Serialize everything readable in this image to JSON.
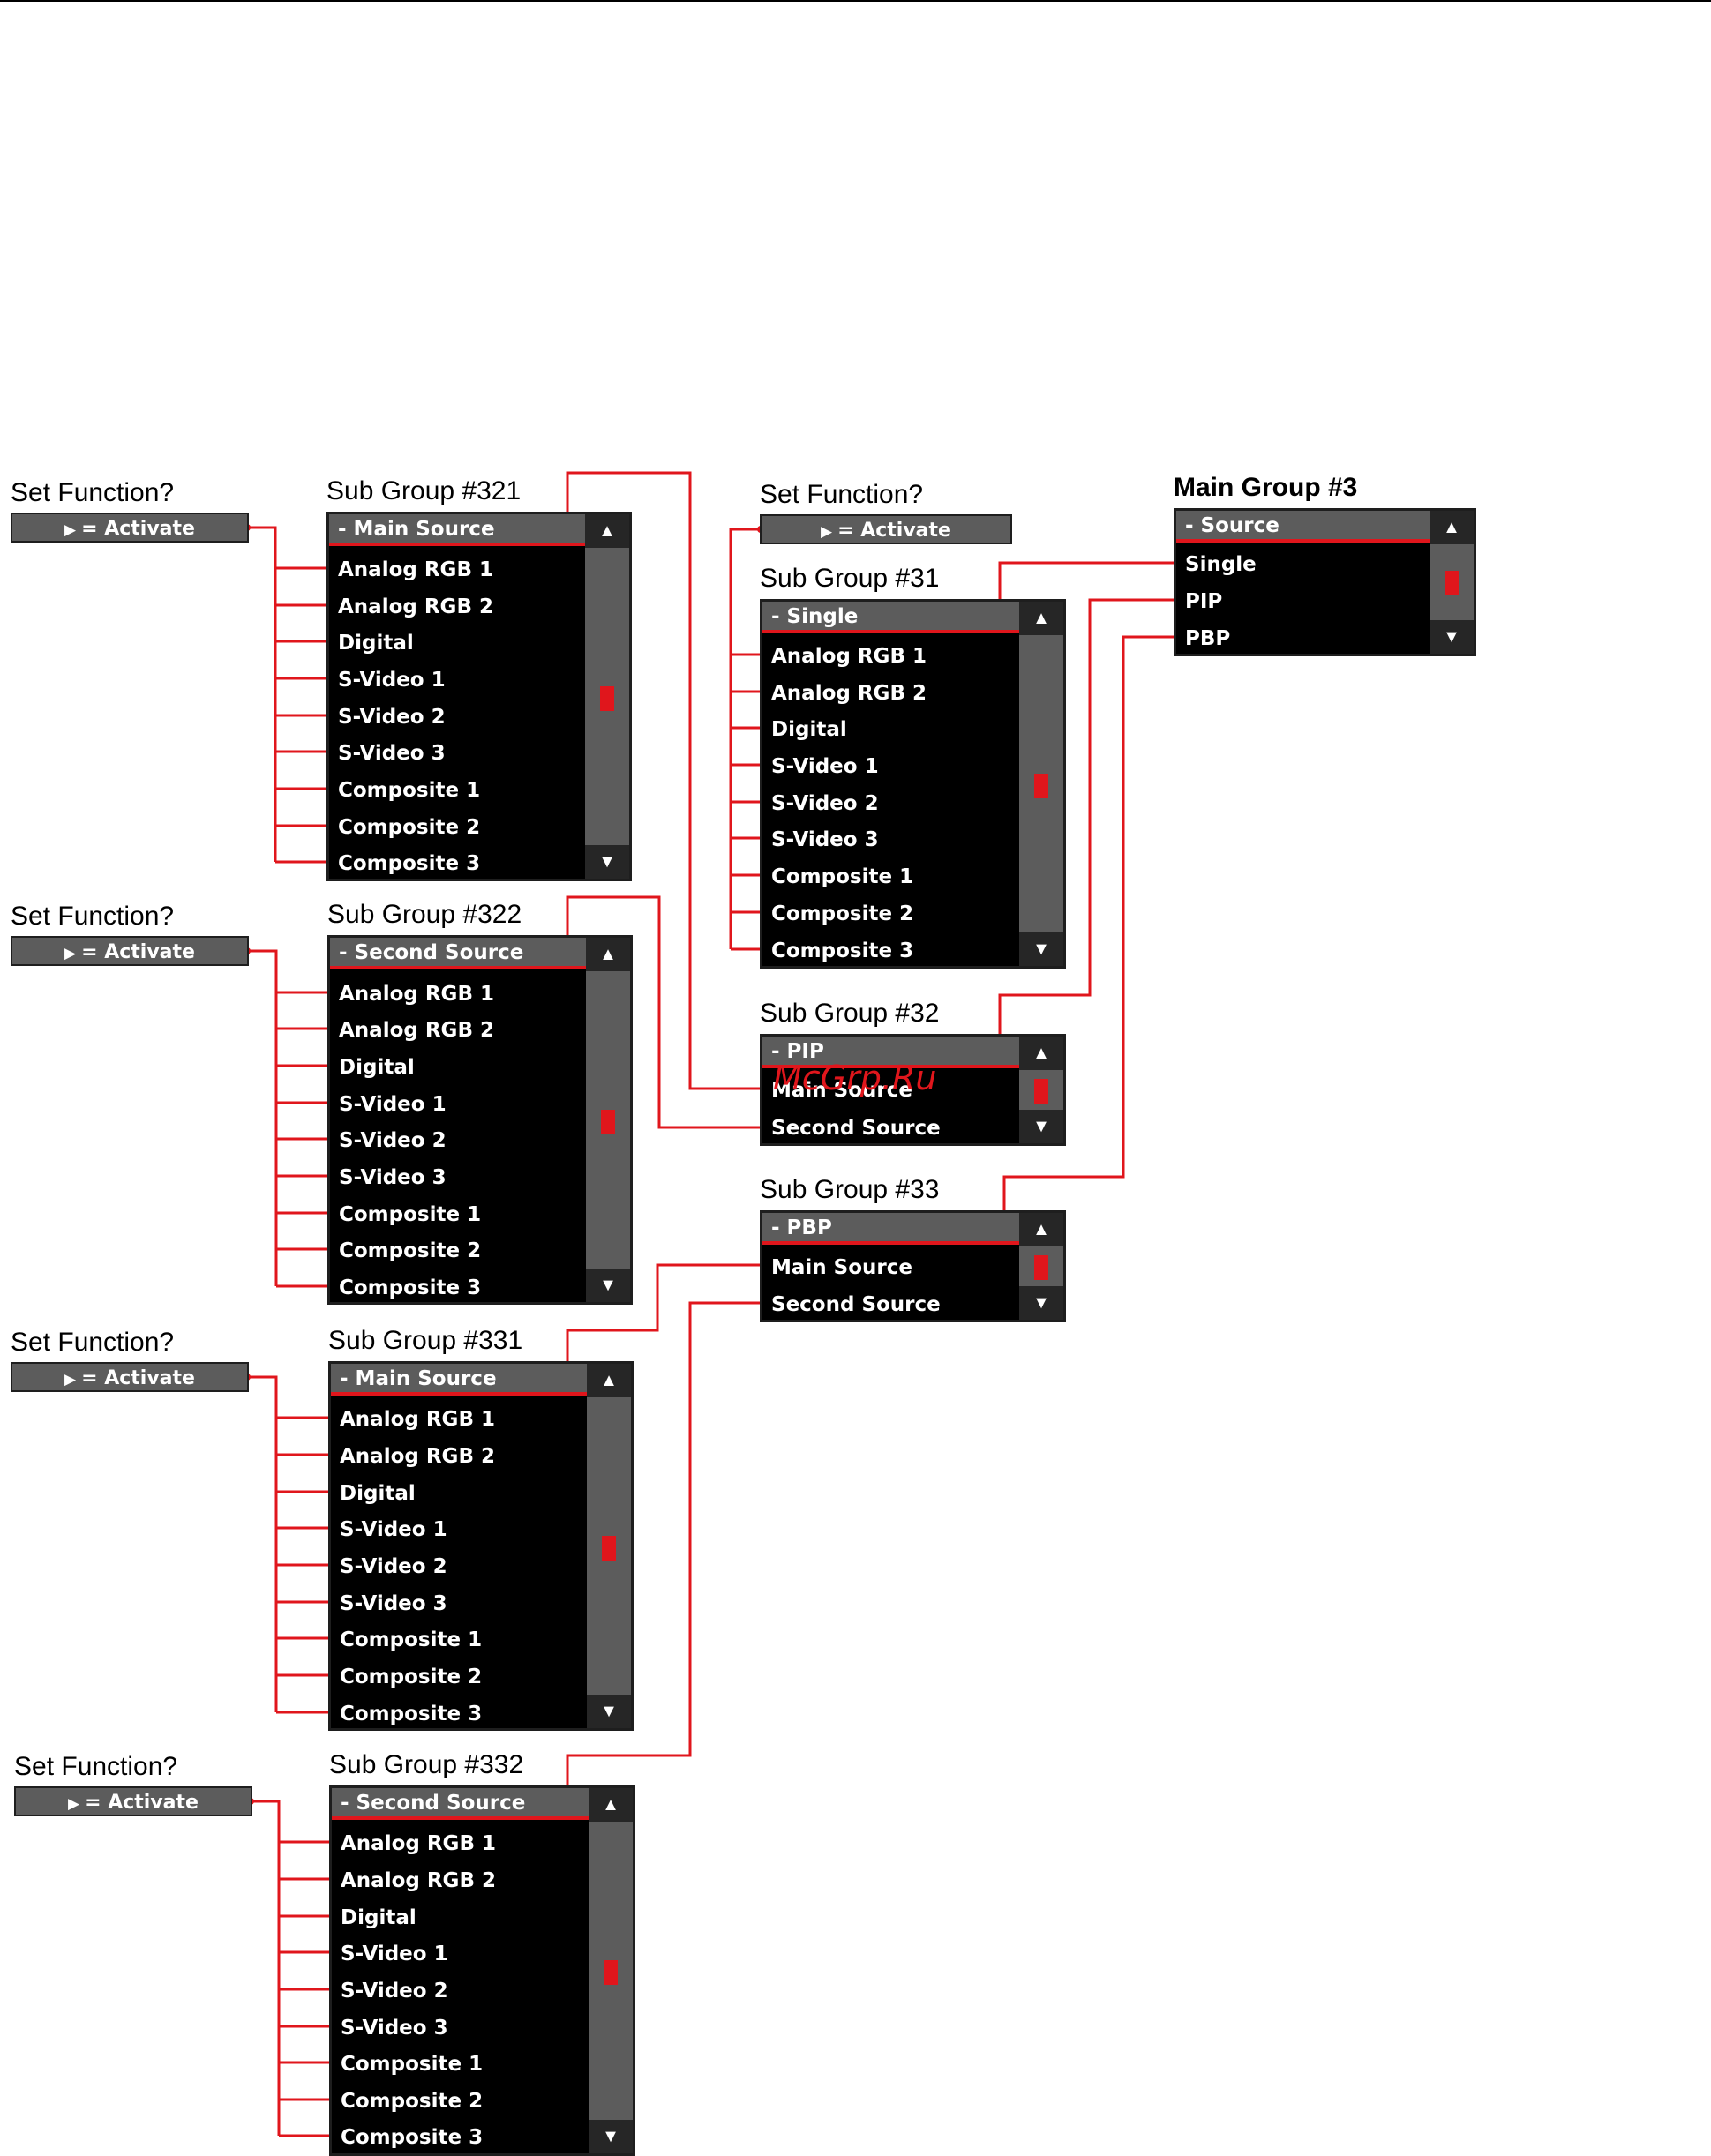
{
  "colors": {
    "accent": "#e0161c",
    "panel": "#5c5c5c",
    "list_bg": "#000000",
    "page_bg": "#ffffff"
  },
  "icons": {
    "scroll_up": "triangle-up-icon",
    "scroll_down": "triangle-down-icon",
    "activate": "play-triangle-icon"
  },
  "glyphs": {
    "up": "▲",
    "down": "▼",
    "play": "▶"
  },
  "set_functions": [
    {
      "label": "Set Function?",
      "activate": "= Activate"
    },
    {
      "label": "Set Function?",
      "activate": "= Activate"
    },
    {
      "label": "Set Function?",
      "activate": "= Activate"
    },
    {
      "label": "Set Function?",
      "activate": "= Activate"
    },
    {
      "label": "Set Function?",
      "activate": "= Activate"
    }
  ],
  "groups": {
    "g321": {
      "title": "Sub Group #321",
      "header": "- Main Source",
      "items": [
        "Analog RGB 1",
        "Analog RGB 2",
        "Digital",
        "S-Video 1",
        "S-Video 2",
        "S-Video 3",
        "Composite 1",
        "Composite 2",
        "Composite 3"
      ]
    },
    "g322": {
      "title": "Sub Group #322",
      "header": "- Second Source",
      "items": [
        "Analog RGB 1",
        "Analog RGB 2",
        "Digital",
        "S-Video 1",
        "S-Video 2",
        "S-Video 3",
        "Composite 1",
        "Composite 2",
        "Composite 3"
      ]
    },
    "g331": {
      "title": "Sub Group #331",
      "header": "- Main Source",
      "items": [
        "Analog RGB 1",
        "Analog RGB 2",
        "Digital",
        "S-Video 1",
        "S-Video 2",
        "S-Video 3",
        "Composite 1",
        "Composite 2",
        "Composite 3"
      ]
    },
    "g332": {
      "title": "Sub Group #332",
      "header": "- Second Source",
      "items": [
        "Analog RGB 1",
        "Analog RGB 2",
        "Digital",
        "S-Video 1",
        "S-Video 2",
        "S-Video 3",
        "Composite 1",
        "Composite 2",
        "Composite 3"
      ]
    },
    "g31": {
      "title": "Sub Group #31",
      "header": "- Single",
      "items": [
        "Analog RGB 1",
        "Analog RGB 2",
        "Digital",
        "S-Video 1",
        "S-Video 2",
        "S-Video 3",
        "Composite 1",
        "Composite 2",
        "Composite 3"
      ]
    },
    "g32": {
      "title": "Sub Group #32",
      "header": "- PIP",
      "items": [
        "Main Source",
        "Second Source"
      ]
    },
    "g33": {
      "title": "Sub Group #33",
      "header": "- PBP",
      "items": [
        "Main Source",
        "Second Source"
      ]
    },
    "g3": {
      "title": "Main Group #3",
      "header": "- Source",
      "items": [
        "Single",
        "PIP",
        "PBP"
      ]
    }
  },
  "watermark": "McGrp.Ru"
}
